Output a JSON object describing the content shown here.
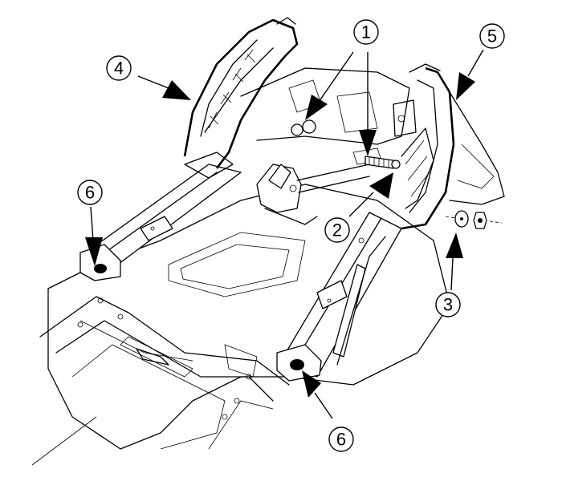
{
  "diagram": {
    "type": "exploded-assembly-line-drawing",
    "callouts": [
      {
        "id": "1a",
        "label": "1"
      },
      {
        "id": "1b",
        "label": "1"
      },
      {
        "id": "2",
        "label": "2"
      },
      {
        "id": "3",
        "label": "3"
      },
      {
        "id": "4",
        "label": "4"
      },
      {
        "id": "5",
        "label": "5"
      },
      {
        "id": "6a",
        "label": "6"
      },
      {
        "id": "6b",
        "label": "6"
      }
    ],
    "colors": {
      "ink": "#000000",
      "paper": "#ffffff"
    }
  }
}
